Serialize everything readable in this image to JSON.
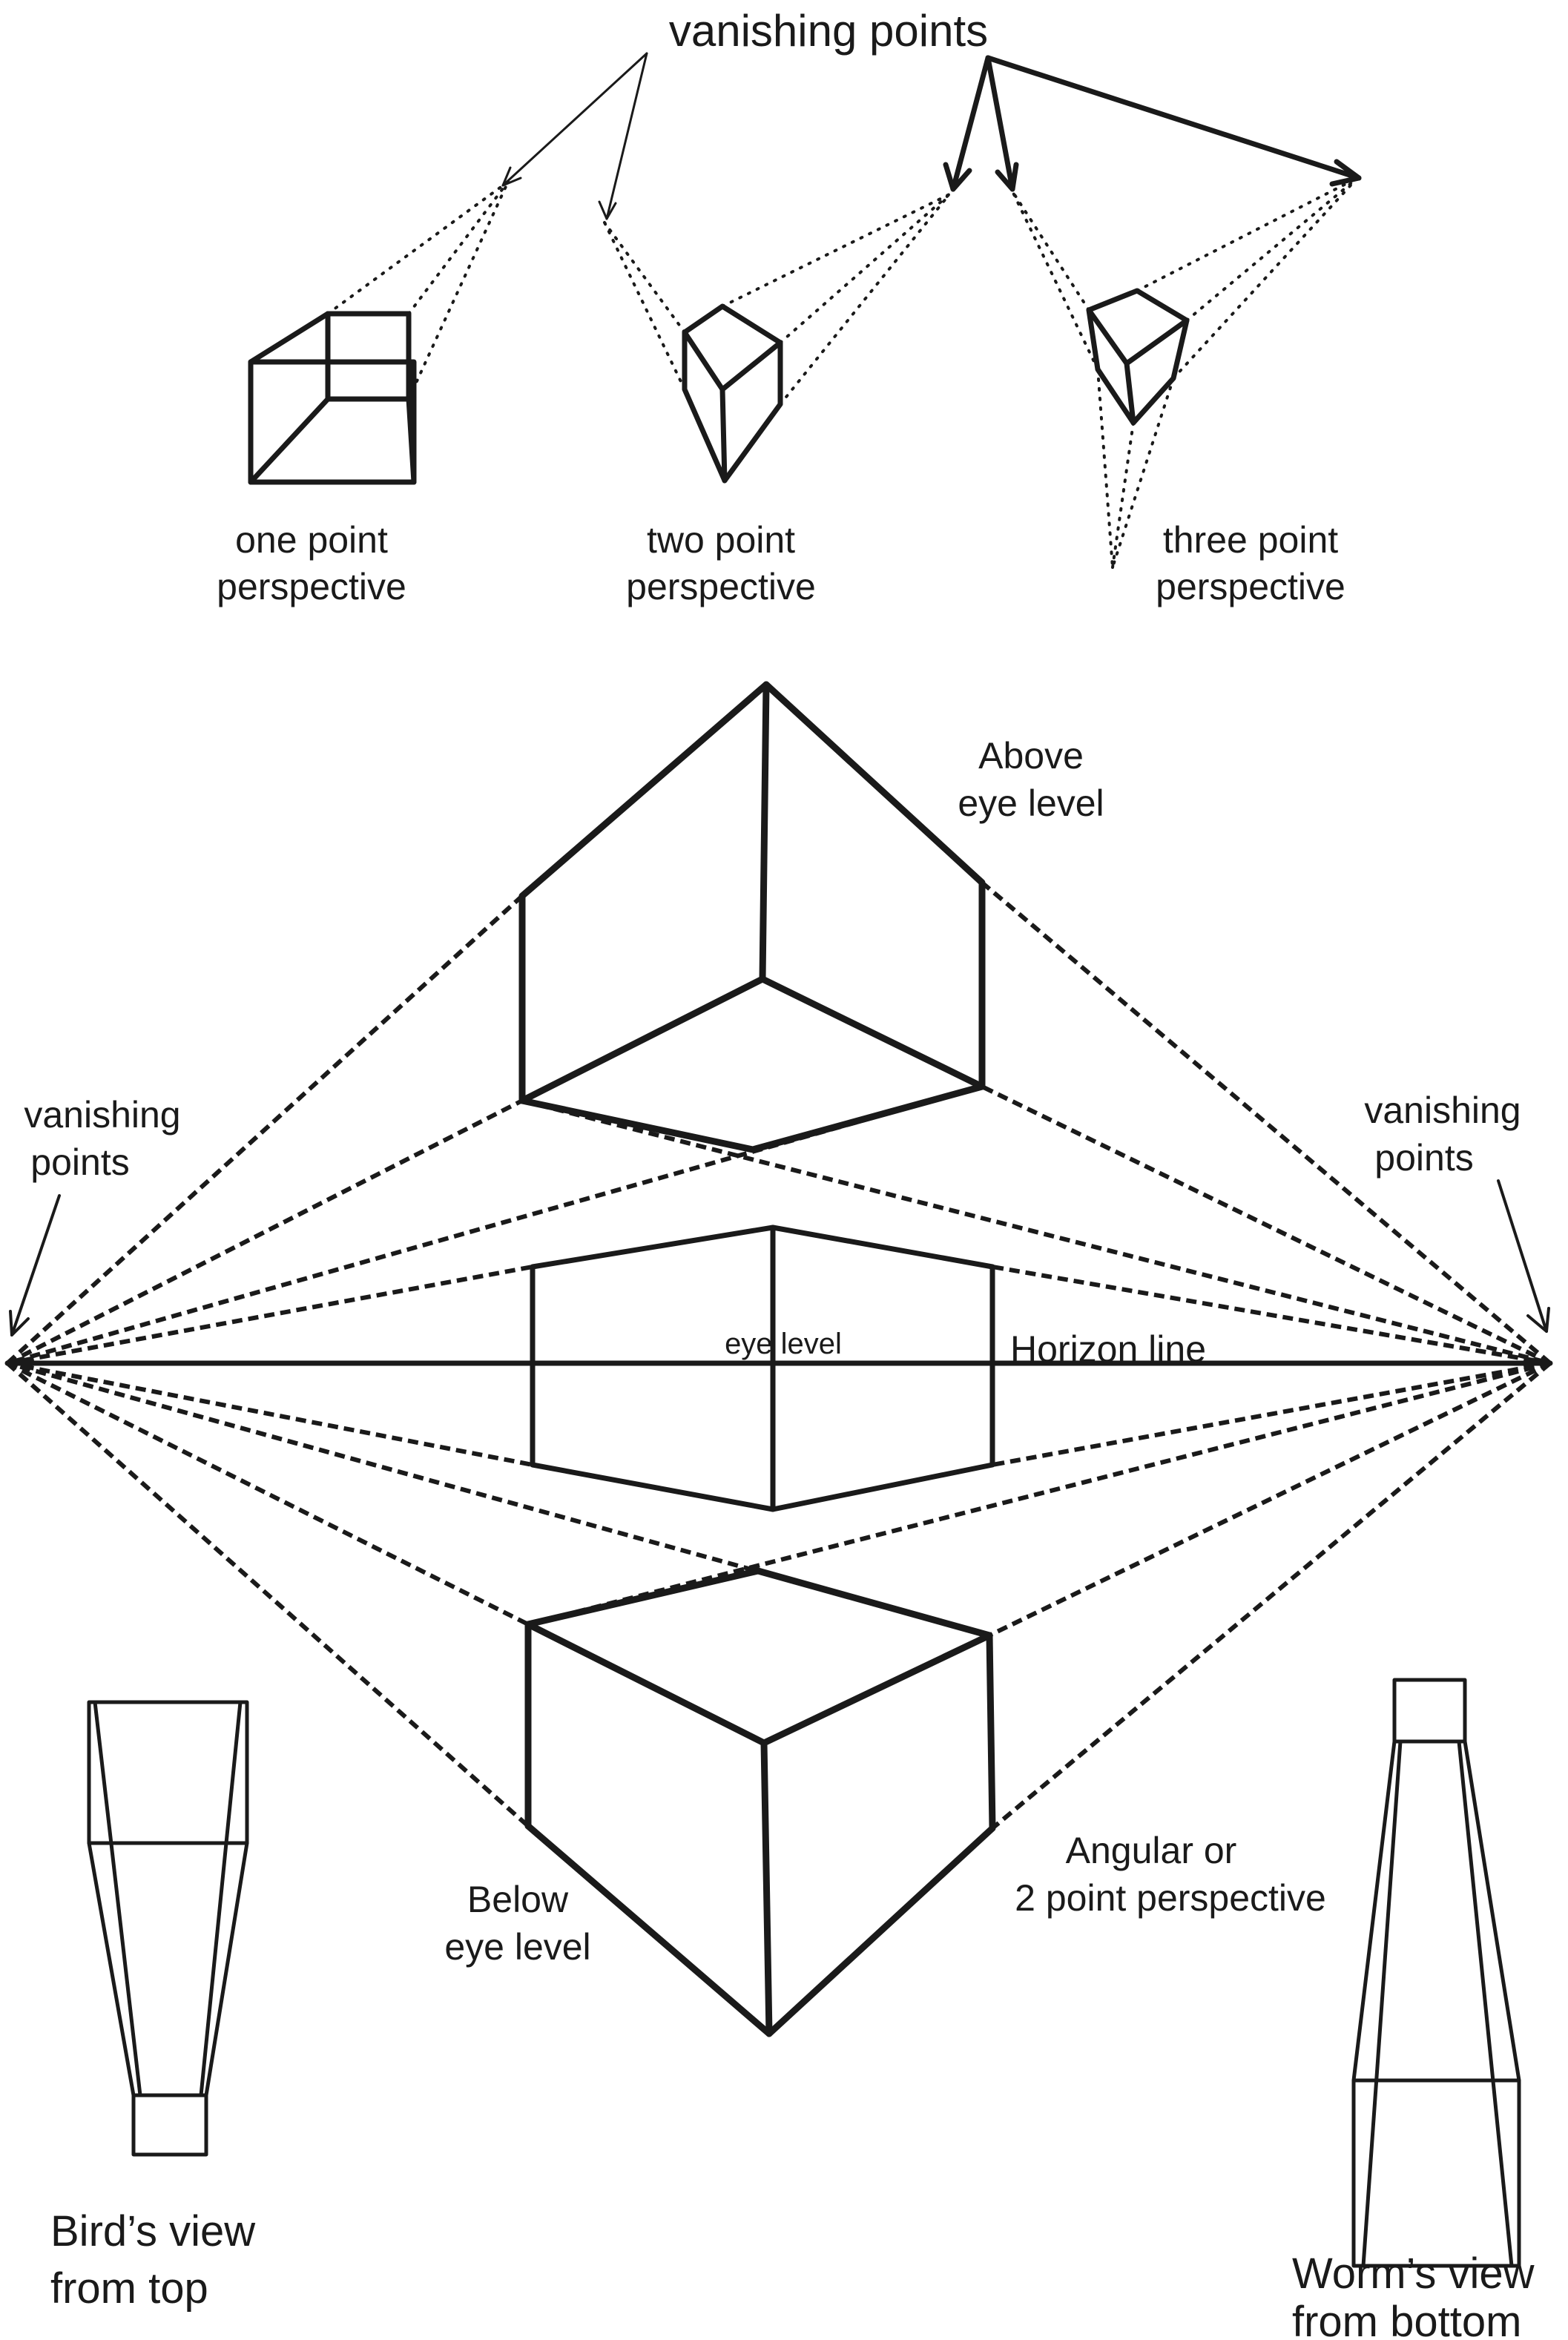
{
  "labels": {
    "vanishing_points_top": "vanishing points",
    "one_point": [
      "one point",
      "perspective"
    ],
    "two_point": [
      "two point",
      "perspective"
    ],
    "three_point": [
      "three point",
      "perspective"
    ],
    "above": [
      "Above",
      "eye level"
    ],
    "vanishing_left": [
      "vanishing",
      "points"
    ],
    "vanishing_right": [
      "vanishing",
      "points"
    ],
    "eye_level": "eye level",
    "horizon": "Horizon line",
    "below": [
      "Below",
      "eye level"
    ],
    "angular": [
      "Angular or",
      "2 point perspective"
    ],
    "birds": [
      "Bird’s view",
      "from top"
    ],
    "worms": [
      "Worm’s view",
      "from bottom"
    ]
  },
  "colors": {
    "ink": "#1a1a1a",
    "background": "#ffffff"
  }
}
